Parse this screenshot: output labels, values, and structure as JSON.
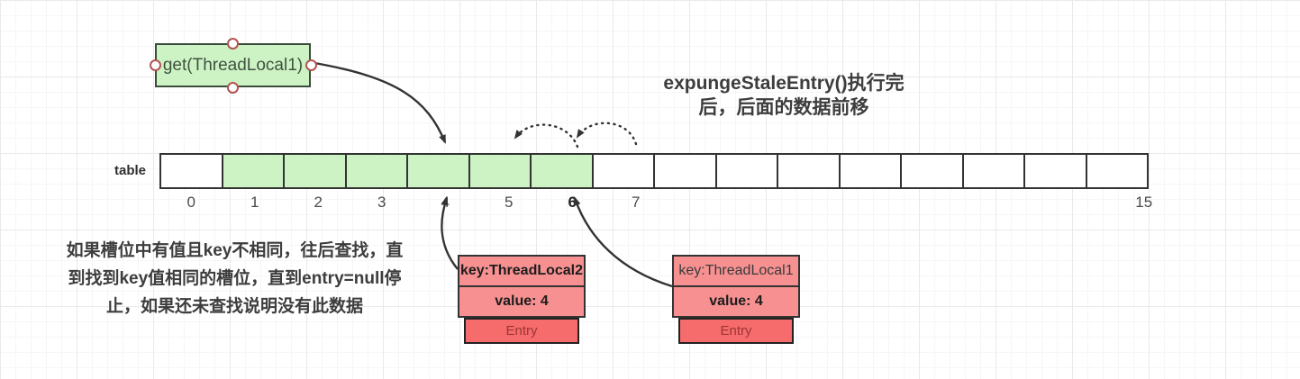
{
  "diagram": {
    "get_box": {
      "label": "get(ThreadLocal1)"
    },
    "title": {
      "line1": "expungeStaleEntry()执行完",
      "line2": "后，后面的数据前移"
    },
    "note": {
      "line1": "如果槽位中有值且key不相同，往后查找，直",
      "line2": "到找到key值相同的槽位，直到entry=null停",
      "line3": "止，如果还未查找说明没有此数据"
    },
    "table": {
      "label": "table",
      "slot_count": 16,
      "slot_labels": [
        "0",
        "1",
        "2",
        "3",
        "4",
        "5",
        "6",
        "7",
        "",
        "",
        "",
        "",
        "",
        "",
        "",
        "15"
      ],
      "filled_slots": [
        1,
        2,
        3,
        4,
        5,
        6
      ],
      "bold_label_index": 6
    },
    "entries": [
      {
        "key": "key:ThreadLocal2",
        "value": "value: 4",
        "type_label": "Entry",
        "points_to_slot": 4
      },
      {
        "key": "key:ThreadLocal1",
        "value": "value: 4",
        "type_label": "Entry",
        "points_to_slot": 6
      }
    ],
    "arrows": {
      "solid": [
        "get-box to slot 4 top",
        "entry ThreadLocal2 to slot 4 bottom",
        "entry ThreadLocal1 to slot 6 bottom"
      ],
      "dotted": [
        "slot 6 shifts to slot 5",
        "slot 7 shifts to slot 6"
      ]
    },
    "colors": {
      "green_fill": "#cdf3c5",
      "green_border": "#3c4c3c",
      "cell_border": "#333333",
      "salmon_fill": "#f79191",
      "entry_fill": "#f66b6b",
      "entry_text": "#9c3636",
      "text_dark": "#3d3d3d",
      "arrow": "#333333",
      "handle_ring": "#b35452"
    }
  }
}
